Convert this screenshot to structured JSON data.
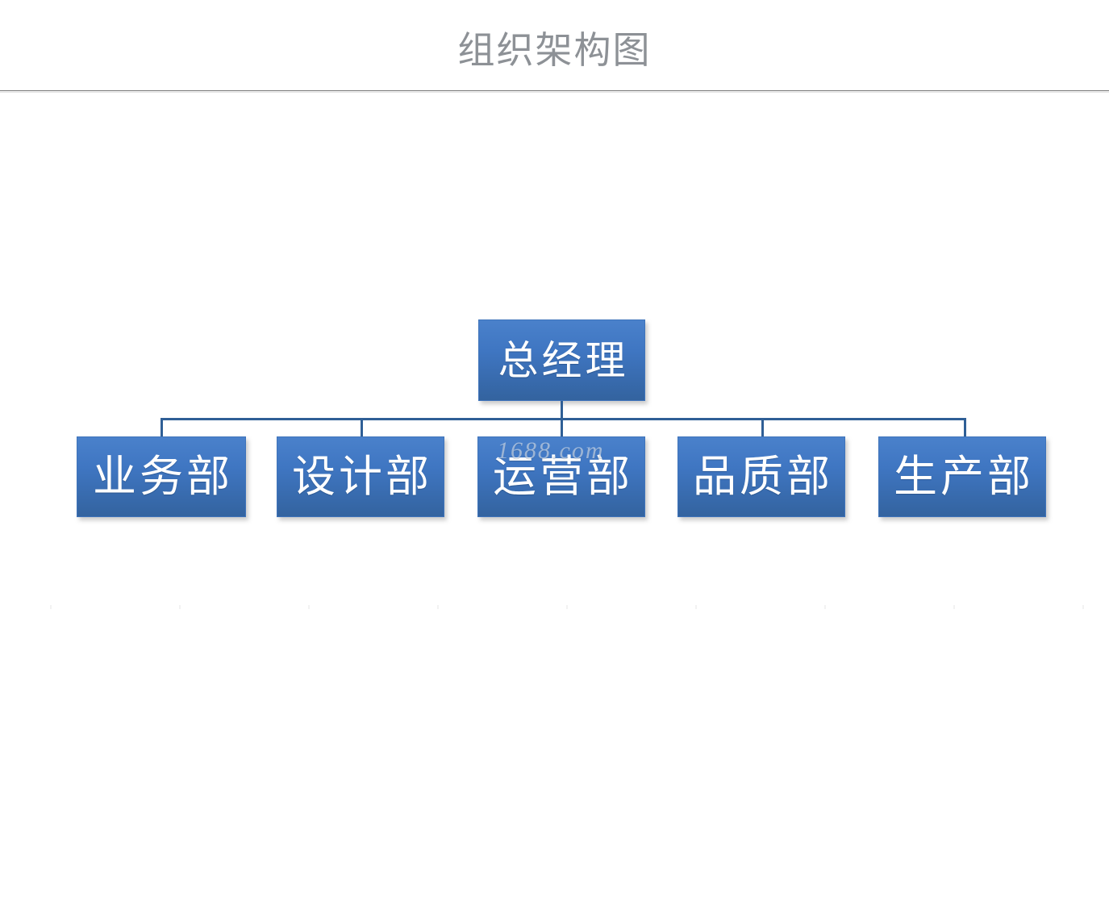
{
  "page": {
    "title": "组织架构图",
    "background_color": "#ffffff",
    "title_color": "#8d9196",
    "rule_color": "#6f6f6f"
  },
  "watermark": {
    "text": "1688.com"
  },
  "colors": {
    "node_fill_top": "#4a81cb",
    "node_fill_bottom": "#33639f",
    "node_border": "#3f74bb",
    "connector": "#2f5f96",
    "node_text": "#ffffff"
  },
  "chart_data": {
    "type": "diagram",
    "diagram_kind": "organization-chart",
    "title": "组织架构图",
    "orientation": "top-down",
    "levels": 2,
    "nodes": [
      {
        "id": "root",
        "label": "总经理",
        "level": 0
      },
      {
        "id": "dept1",
        "label": "业务部",
        "level": 1
      },
      {
        "id": "dept2",
        "label": "设计部",
        "level": 1
      },
      {
        "id": "dept3",
        "label": "运营部",
        "level": 1
      },
      {
        "id": "dept4",
        "label": "品质部",
        "level": 1
      },
      {
        "id": "dept5",
        "label": "生产部",
        "level": 1
      }
    ],
    "edges": [
      {
        "from": "root",
        "to": "dept1"
      },
      {
        "from": "root",
        "to": "dept2"
      },
      {
        "from": "root",
        "to": "dept3"
      },
      {
        "from": "root",
        "to": "dept4"
      },
      {
        "from": "root",
        "to": "dept5"
      }
    ]
  },
  "root": {
    "label": "总经理"
  },
  "departments": [
    {
      "label": "业务部"
    },
    {
      "label": "设计部"
    },
    {
      "label": "运营部"
    },
    {
      "label": "品质部"
    },
    {
      "label": "生产部"
    }
  ]
}
